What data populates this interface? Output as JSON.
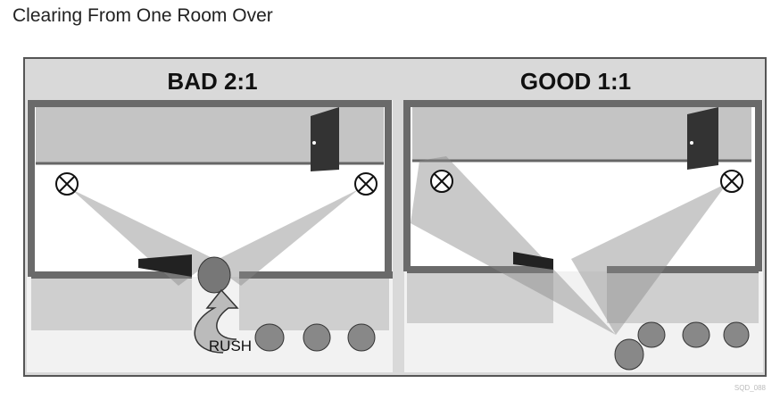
{
  "page_title": "Clearing From One Room Over",
  "figure": {
    "left_panel": {
      "heading": "BAD 2:1",
      "arrow_label": "RUSH"
    },
    "right_panel": {
      "heading": "GOOD 1:1"
    },
    "figure_code": "SQD_088"
  }
}
